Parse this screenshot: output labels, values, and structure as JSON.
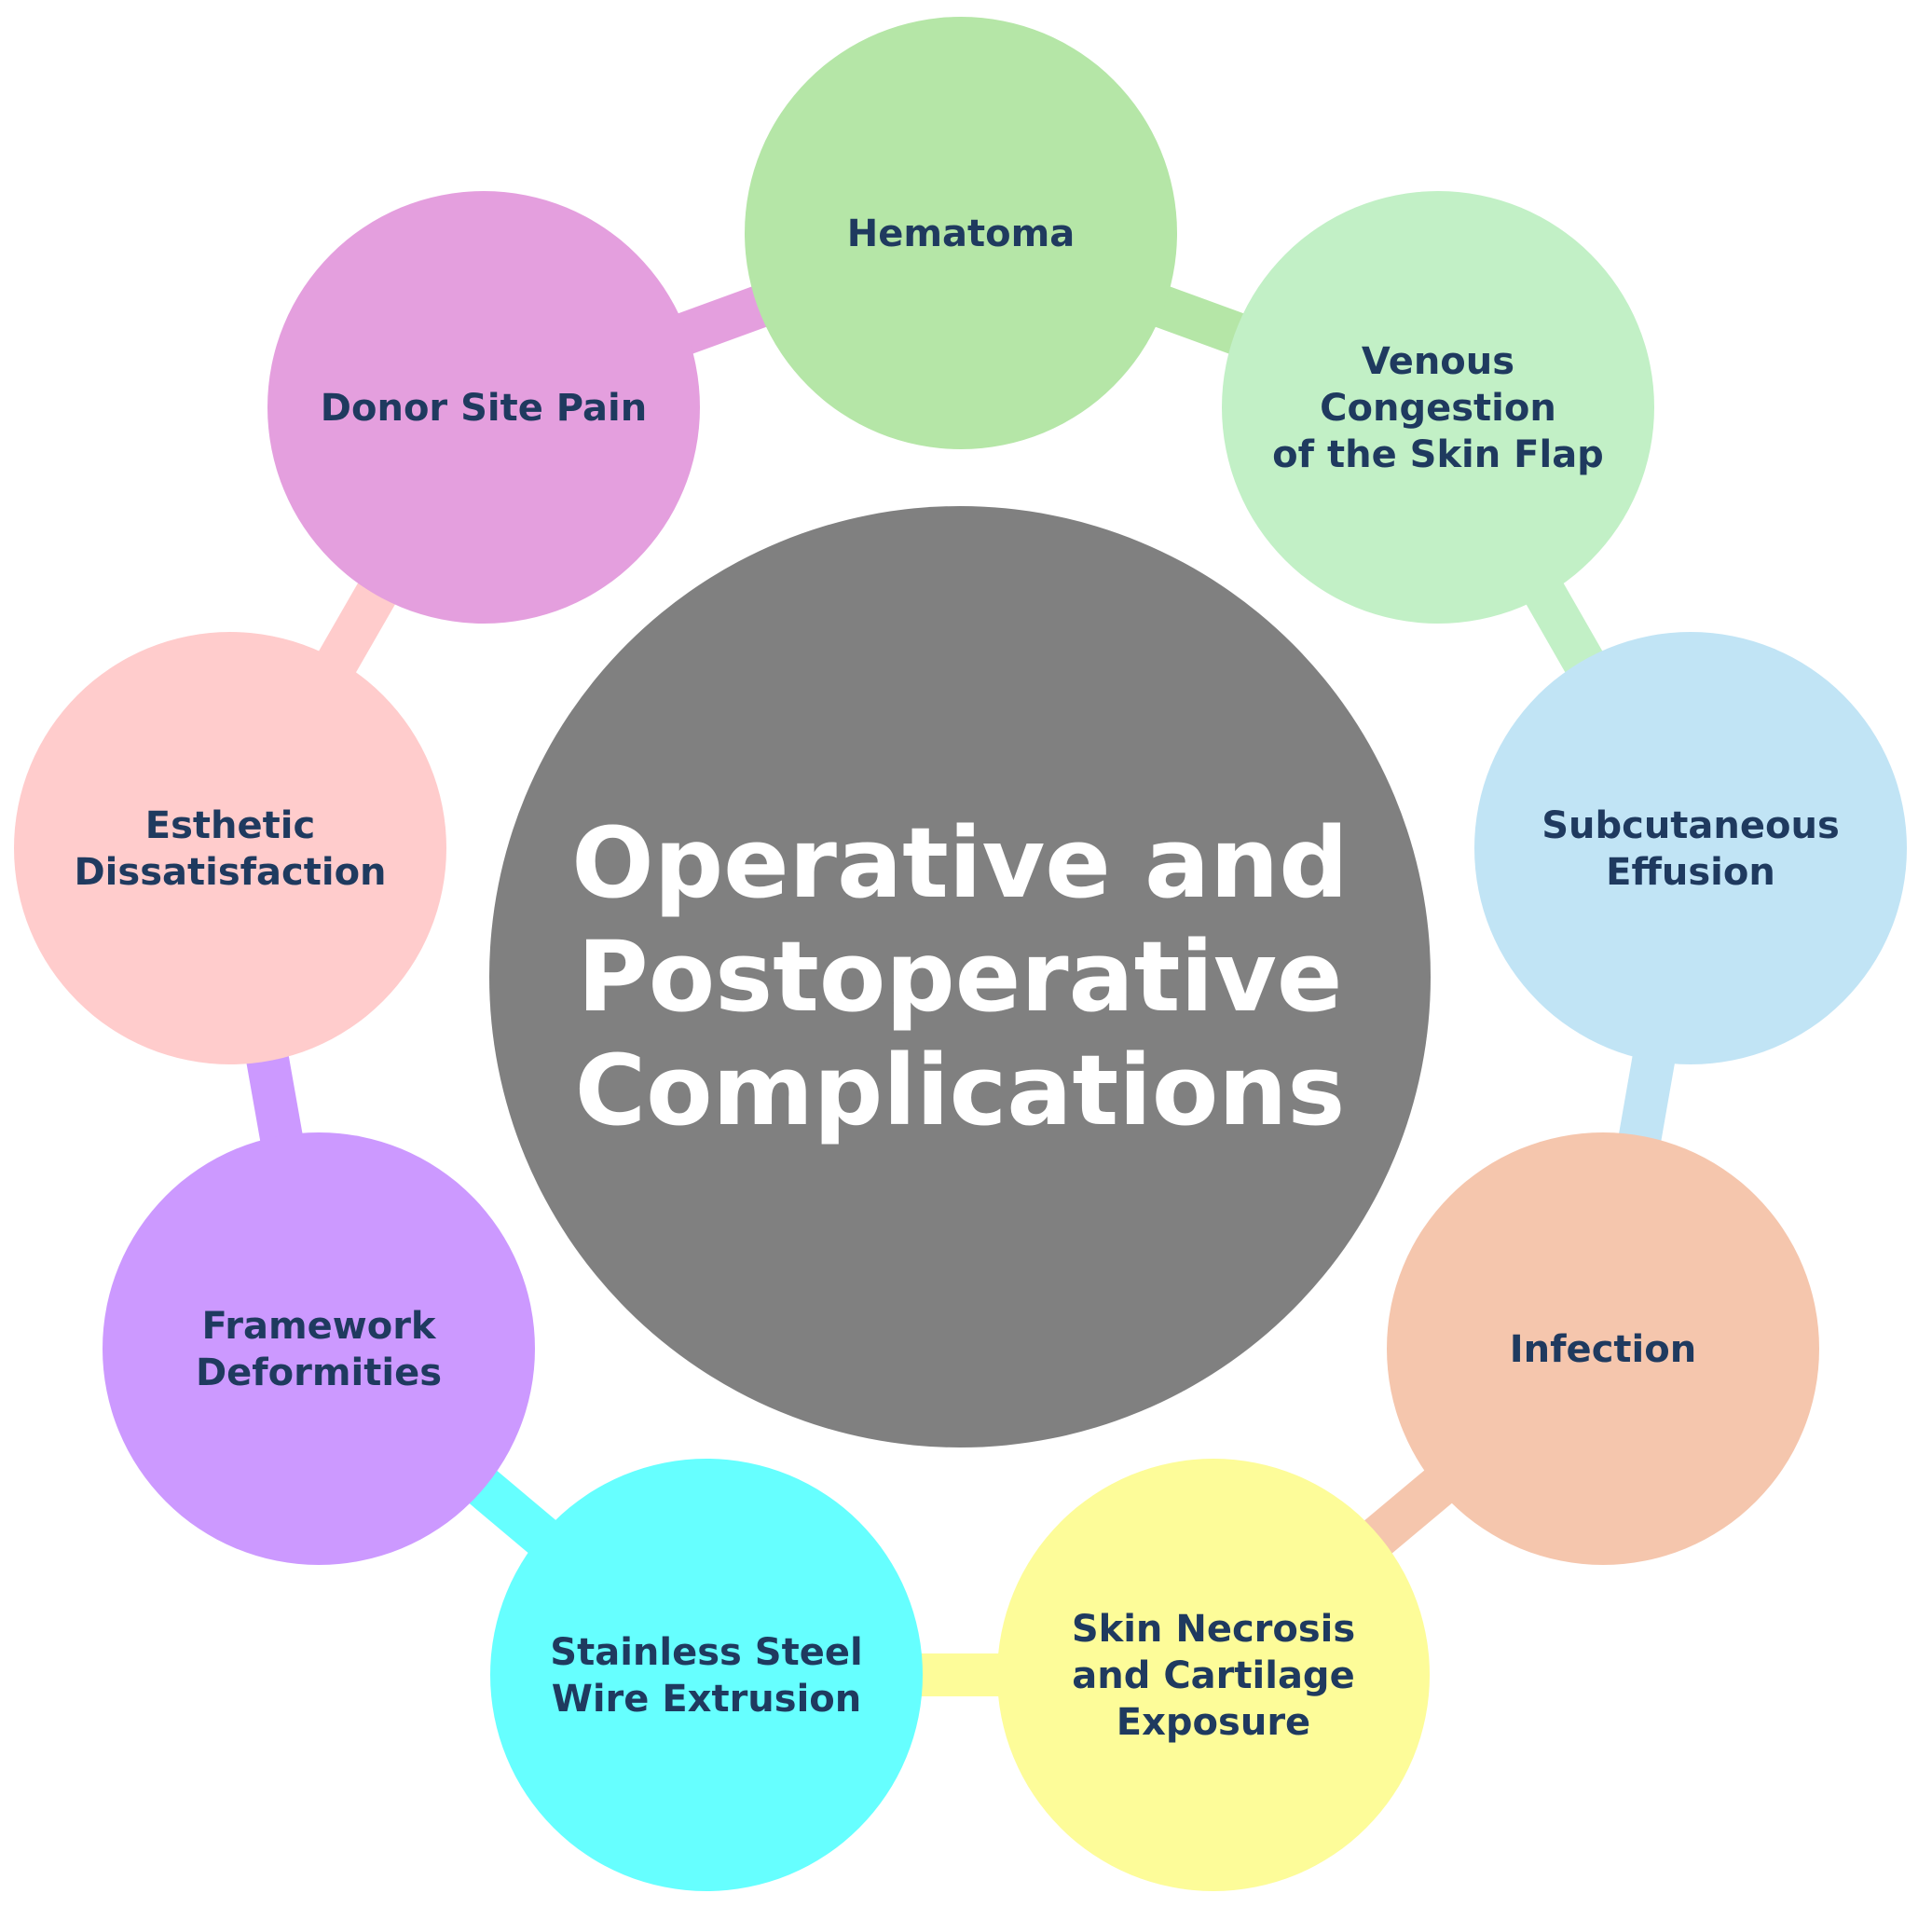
{
  "center": {
    "lines": [
      "Operative and",
      "Postoperative",
      "Complications"
    ],
    "color": "#808080",
    "text_color": "#ffffff"
  },
  "label_color": "#1f3a5f",
  "nodes": [
    {
      "lines": [
        "Hematoma"
      ],
      "color": "#b5e6a7"
    },
    {
      "lines": [
        "Venous",
        "Congestion",
        "of the Skin Flap"
      ],
      "color": "#c2f0c6"
    },
    {
      "lines": [
        "Subcutaneous",
        "Effusion"
      ],
      "color": "#c1e4f5"
    },
    {
      "lines": [
        "Infection"
      ],
      "color": "#f5c6ad"
    },
    {
      "lines": [
        "Skin Necrosis",
        "and Cartilage",
        "Exposure"
      ],
      "color": "#fdfc99"
    },
    {
      "lines": [
        "Stainless Steel",
        "Wire Extrusion"
      ],
      "color": "#66ffff"
    },
    {
      "lines": [
        "Framework",
        "Deformities"
      ],
      "color": "#cc99ff"
    },
    {
      "lines": [
        "Esthetic",
        "Dissatisfaction"
      ],
      "color": "#ffcccc"
    },
    {
      "lines": [
        "Donor Site Pain"
      ],
      "color": "#e49fde"
    }
  ],
  "connector_colors": [
    "#b5e6a7",
    "#c2f0c6",
    "#c1e4f5",
    "#f5c6ad",
    "#fdfc99",
    "#66ffff",
    "#cc99ff",
    "#ffcccc",
    "#e49fde"
  ]
}
